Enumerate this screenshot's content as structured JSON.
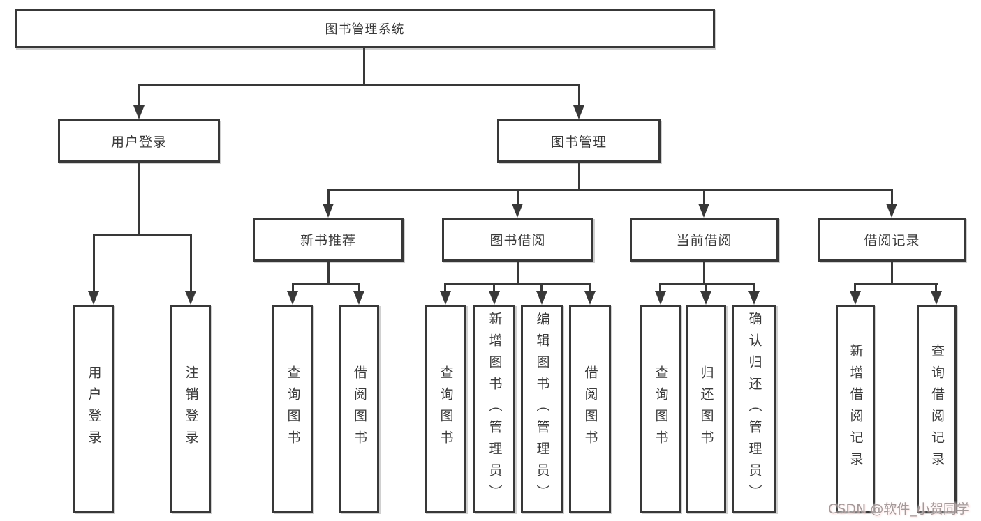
{
  "root": {
    "label": "图书管理系统"
  },
  "branches": [
    {
      "label": "用户登录",
      "children": [
        "用户登录",
        "注销登录"
      ]
    },
    {
      "label": "图书管理"
    }
  ],
  "modules": [
    {
      "label": "新书推荐",
      "children": [
        "查询图书",
        "借阅图书"
      ]
    },
    {
      "label": "图书借阅",
      "children": [
        "查询图书",
        "新增图书（管理员）",
        "编辑图书（管理员）",
        "借阅图书"
      ]
    },
    {
      "label": "当前借阅",
      "children": [
        "查询图书",
        "归还图书",
        "确认归还（管理员）"
      ]
    },
    {
      "label": "借阅记录",
      "children": [
        "新增借阅记录",
        "查询借阅记录"
      ]
    }
  ],
  "watermark": {
    "text": "CSDN @软件_小贺同学"
  },
  "colors": {
    "line": "#383838",
    "box_border": "#383838",
    "box_fill": "#ffffff",
    "text": "#3a3a3a",
    "watermark_gray": "#968c8c",
    "watermark_halo": "#ffb3b3"
  }
}
